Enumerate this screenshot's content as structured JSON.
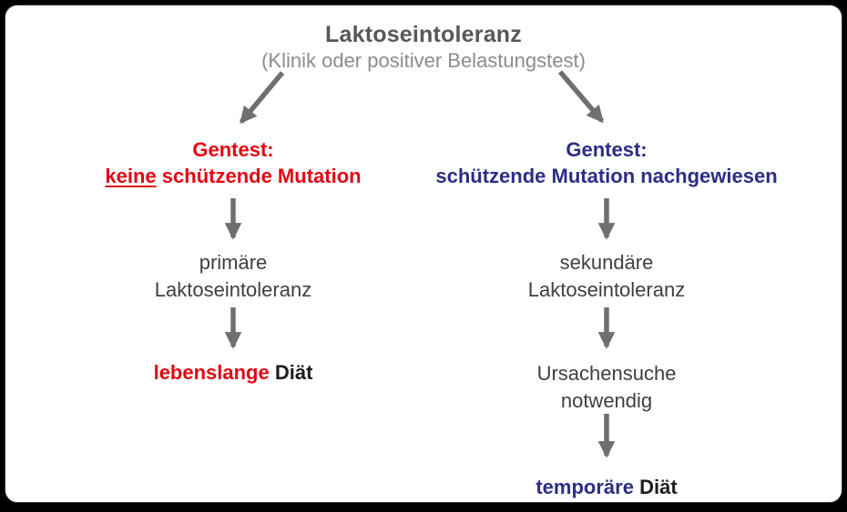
{
  "header": {
    "title": "Laktoseintoleranz",
    "subtitle": "(Klinik oder positiver Belastungstest)"
  },
  "left_branch": {
    "test_line1": "Gentest:",
    "test_line2_underlined": "keine",
    "test_line2_rest": "schützende Mutation",
    "diagnosis_line1": "primäre",
    "diagnosis_line2": "Laktoseintoleranz",
    "outcome_highlight": "lebenslange",
    "outcome_rest": "Diät"
  },
  "right_branch": {
    "test_line1": "Gentest:",
    "test_line2": "schützende Mutation nachgewiesen",
    "diagnosis_line1": "sekundäre",
    "diagnosis_line2": "Laktoseintoleranz",
    "step_line1": "Ursachensuche",
    "step_line2": "notwendig",
    "outcome_highlight": "temporäre",
    "outcome_rest": "Diät"
  },
  "colors": {
    "red_accent": "#e30613",
    "blue_accent": "#2e2d85",
    "arrow_gray": "#706f6f",
    "title_gray": "#575756",
    "subtitle_gray": "#8c8c8b",
    "body_gray": "#3f3f3e",
    "text_black": "#1d1d1b"
  }
}
